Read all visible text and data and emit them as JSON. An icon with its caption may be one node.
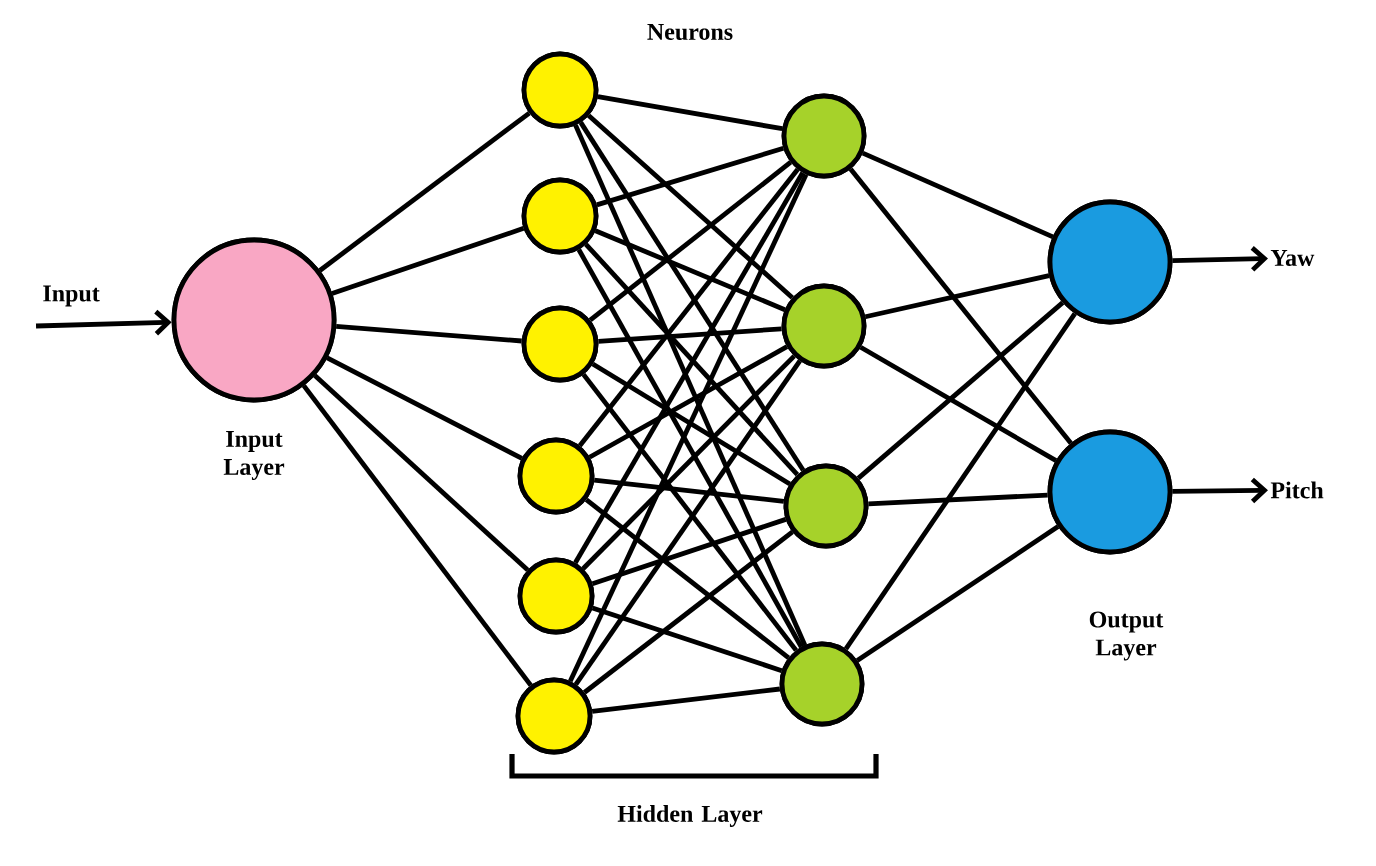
{
  "diagram": {
    "nodes": [
      {
        "text": [],
        "shape": "circle",
        "beside": [
          "Input Layer"
        ]
      },
      {
        "text": [],
        "shape": "circle"
      },
      {
        "text": [],
        "shape": "circle"
      },
      {
        "text": [],
        "shape": "circle"
      },
      {
        "text": [],
        "shape": "circle"
      },
      {
        "text": [],
        "shape": "circle"
      },
      {
        "text": [],
        "shape": "circle"
      },
      {
        "text": [],
        "shape": "circle"
      },
      {
        "text": [],
        "shape": "circle"
      },
      {
        "text": [],
        "shape": "circle"
      },
      {
        "text": [],
        "shape": "circle"
      },
      {
        "text": [],
        "shape": "circle"
      },
      {
        "text": [],
        "shape": "circle"
      },
      {
        "text": [
          "Yaw"
        ]
      },
      {
        "text": [
          "Pitch"
        ]
      }
    ],
    "edges": [
      {
        "from": null,
        "to": 0,
        "arrow": "to"
      },
      {
        "from": 0,
        "to": 1,
        "arrow": "none"
      },
      {
        "from": 0,
        "to": 2,
        "arrow": "none"
      },
      {
        "from": 0,
        "to": 3,
        "arrow": "none"
      },
      {
        "from": 0,
        "to": 4,
        "arrow": "none"
      },
      {
        "from": 0,
        "to": 5,
        "arrow": "none"
      },
      {
        "from": 0,
        "to": 6,
        "arrow": "none"
      },
      {
        "from": 1,
        "to": 7,
        "arrow": "none"
      },
      {
        "from": 1,
        "to": 8,
        "arrow": "none"
      },
      {
        "from": 1,
        "to": 9,
        "arrow": "none"
      },
      {
        "from": 1,
        "to": 10,
        "arrow": "none"
      },
      {
        "from": 2,
        "to": 7,
        "arrow": "none"
      },
      {
        "from": 2,
        "to": 8,
        "arrow": "none"
      },
      {
        "from": 2,
        "to": 9,
        "arrow": "none"
      },
      {
        "from": 2,
        "to": 10,
        "arrow": "none"
      },
      {
        "from": 3,
        "to": 7,
        "arrow": "none"
      },
      {
        "from": 3,
        "to": 8,
        "arrow": "none"
      },
      {
        "from": 3,
        "to": 9,
        "arrow": "none"
      },
      {
        "from": 3,
        "to": 10,
        "arrow": "none"
      },
      {
        "from": 4,
        "to": 7,
        "arrow": "none"
      },
      {
        "from": 4,
        "to": 8,
        "arrow": "none"
      },
      {
        "from": 4,
        "to": 9,
        "arrow": "none"
      },
      {
        "from": 4,
        "to": 10,
        "arrow": "none"
      },
      {
        "from": 5,
        "to": 7,
        "arrow": "none"
      },
      {
        "from": 5,
        "to": 8,
        "arrow": "none"
      },
      {
        "from": 5,
        "to": 9,
        "arrow": "none"
      },
      {
        "from": 5,
        "to": 10,
        "arrow": "none"
      },
      {
        "from": 6,
        "to": 7,
        "arrow": "none"
      },
      {
        "from": 6,
        "to": 8,
        "arrow": "none"
      },
      {
        "from": 6,
        "to": 9,
        "arrow": "none"
      },
      {
        "from": 6,
        "to": 10,
        "arrow": "none"
      },
      {
        "from": 7,
        "to": 11,
        "arrow": "none"
      },
      {
        "from": 7,
        "to": 12,
        "arrow": "none"
      },
      {
        "from": 8,
        "to": 11,
        "arrow": "none"
      },
      {
        "from": 8,
        "to": 12,
        "arrow": "none"
      },
      {
        "from": 9,
        "to": 11,
        "arrow": "none"
      },
      {
        "from": 9,
        "to": 12,
        "arrow": "none"
      },
      {
        "from": 10,
        "to": 11,
        "arrow": "none"
      },
      {
        "from": 10,
        "to": 12,
        "arrow": "none"
      },
      {
        "from": 11,
        "to": 13,
        "arrow": "to"
      },
      {
        "from": 12,
        "to": 14,
        "arrow": "to"
      }
    ],
    "labels": [
      "Neurons",
      "Input",
      "Output Layer",
      "Hidden Layer"
    ]
  }
}
